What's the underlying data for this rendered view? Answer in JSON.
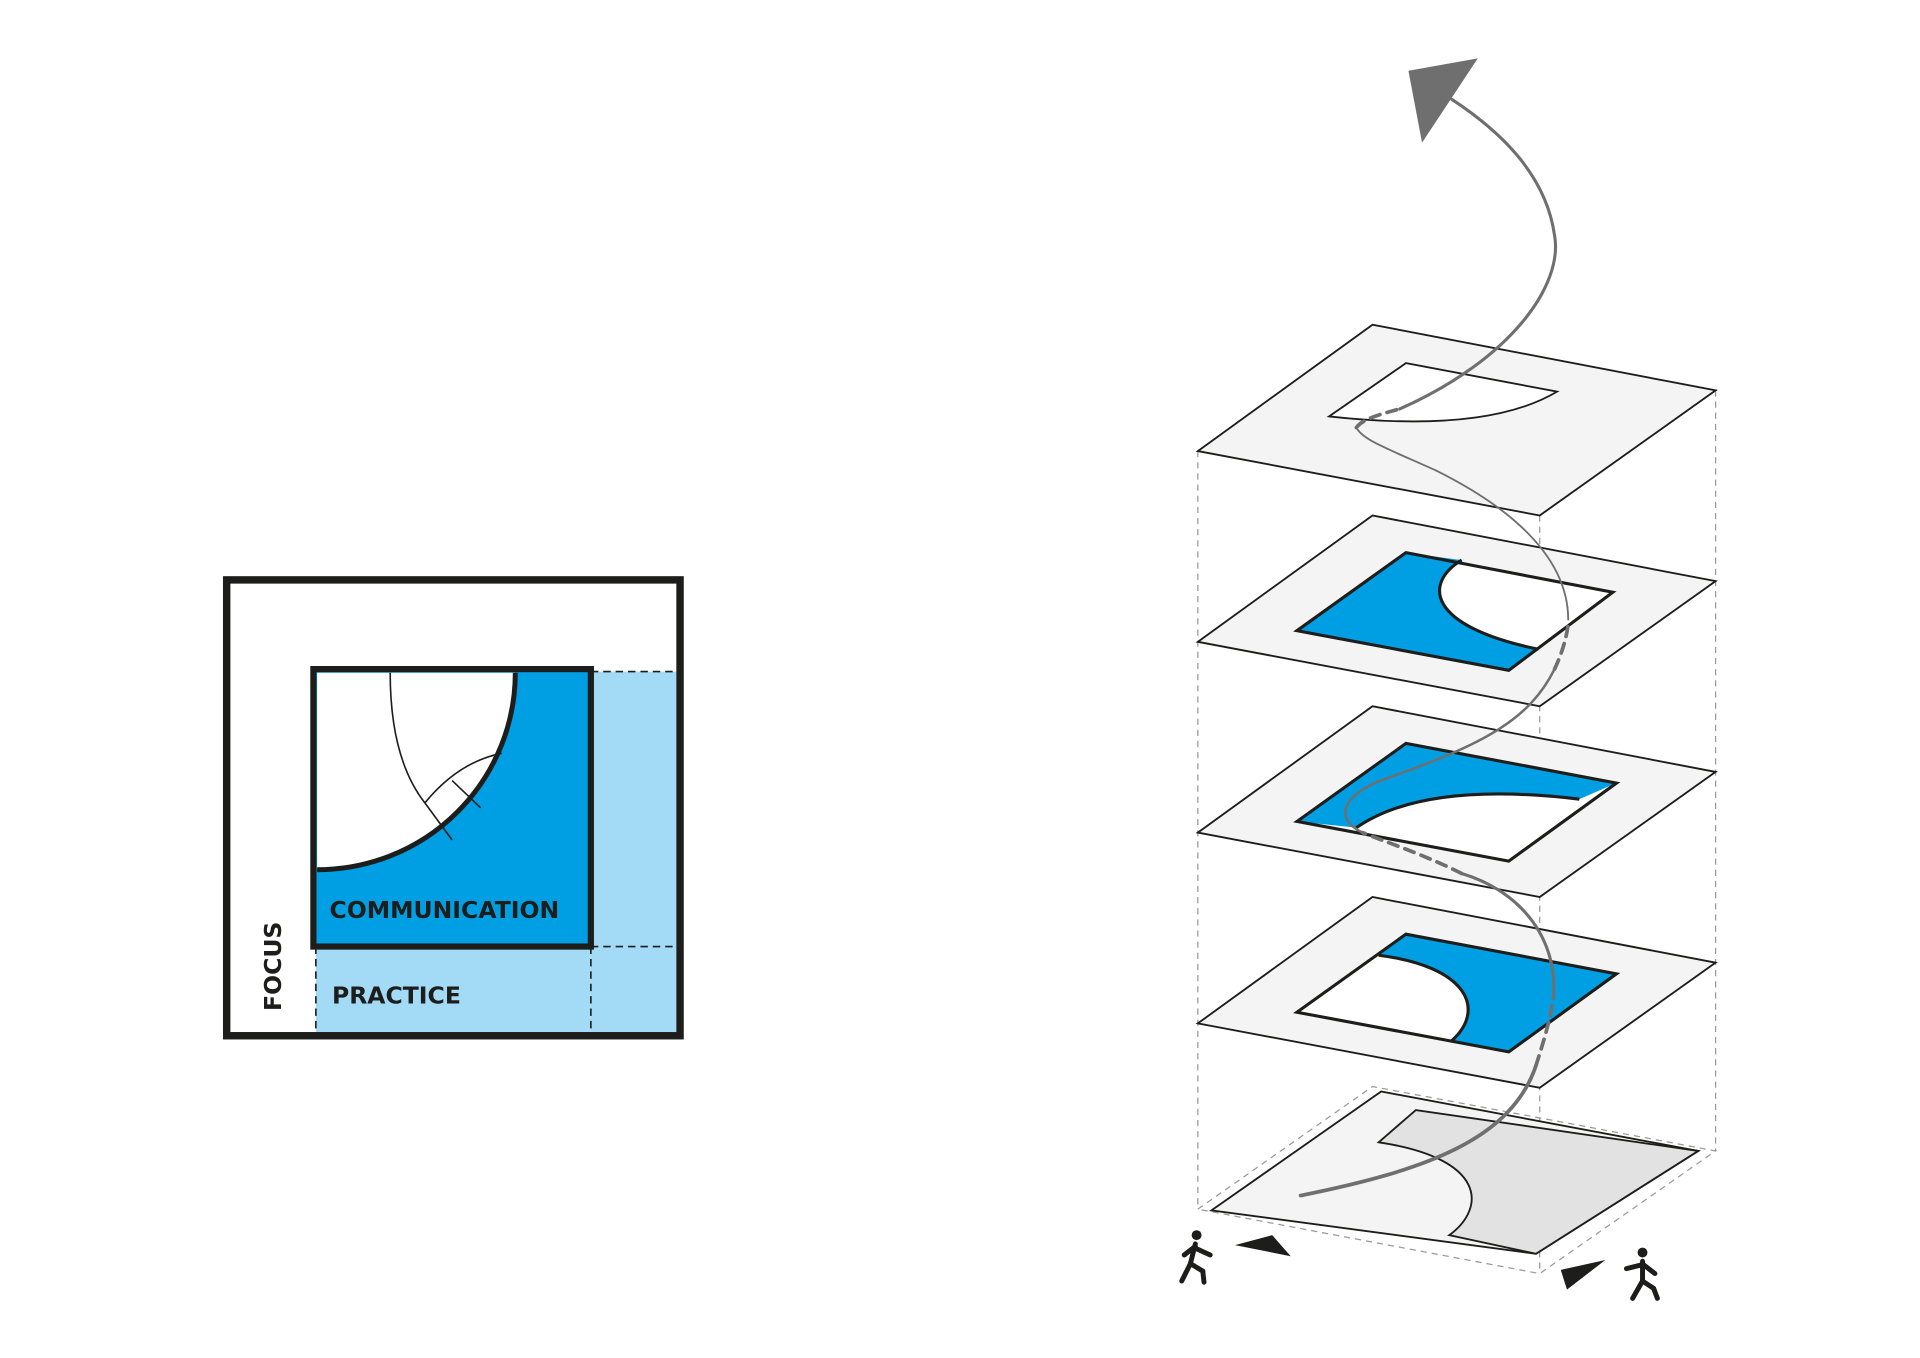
{
  "concept_diagram": {
    "labels": {
      "communication": "COMMUNICATION",
      "practice": "PRACTICE",
      "focus": "FOCUS"
    }
  },
  "stack_diagram": {
    "floors": 5
  },
  "colors": {
    "communication_blue": "#009fe3",
    "practice_light_blue": "#a3daf5",
    "plate_grey": "#f4f4f4",
    "ground_dark_grey": "#e2e2e2",
    "path_grey": "#6f6f6f",
    "outline": "#1d1d1b"
  }
}
